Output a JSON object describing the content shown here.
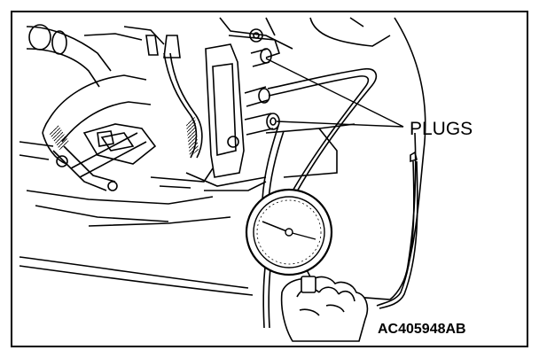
{
  "diagram": {
    "callout_label": "PLUGS",
    "figure_code": "AC405948AB",
    "line_color": "#000000",
    "background_color": "#ffffff",
    "components": {
      "gauge": "pressure-gauge",
      "hoses": "gauge-hoses",
      "plugs": "vacuum-plugs",
      "hand": "technician-hand"
    }
  }
}
